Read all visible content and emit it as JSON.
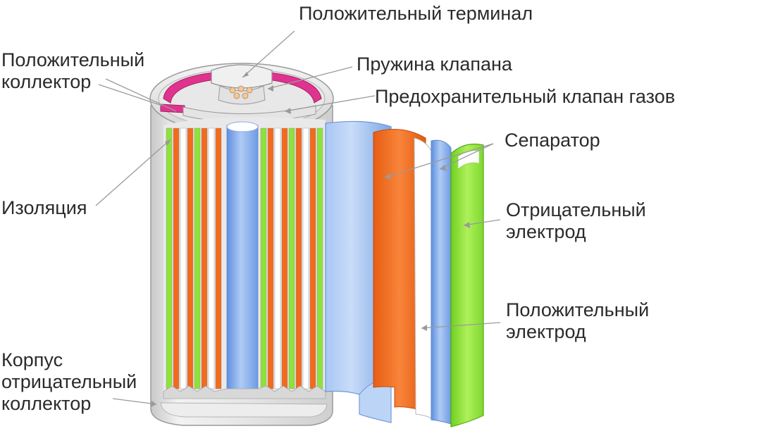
{
  "labels": {
    "positive_terminal": "Положительный терминал",
    "positive_collector": [
      "Положительный",
      "коллектор"
    ],
    "valve_spring": "Пружина клапана",
    "safety_vent": "Предохранительный клапан газов",
    "separator": "Сепаратор",
    "insulation": "Изоляция",
    "negative_electrode": [
      "Отрицательный",
      "электрод"
    ],
    "positive_electrode": [
      "Положительный",
      "электрод"
    ],
    "case": [
      "Корпус",
      "отрицательный",
      "коллектор"
    ]
  },
  "colors": {
    "positive_electrode": "#f26b1d",
    "negative_electrode": "#8ee23a",
    "separator": "#7aa6e6",
    "collector": "#e0338f",
    "case": "#d9d9d9",
    "leader_line": "#9a9a9a",
    "text": "#2b2b2b"
  }
}
